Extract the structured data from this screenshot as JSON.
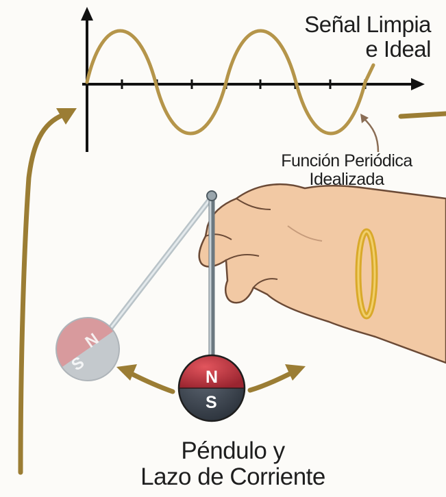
{
  "signal_title": {
    "line1": "Señal Limpia",
    "line2": "e Ideal"
  },
  "periodic_label": {
    "line1": "Función Periódica",
    "line2": "Idealizada"
  },
  "pendulum_label": {
    "line1": "Péndulo y",
    "line2": "Lazo de Corriente"
  },
  "magnet_front": {
    "north": "N",
    "south": "S"
  },
  "magnet_ghost": {
    "north": "N",
    "south": "S"
  },
  "colors": {
    "wave": "#b5954a",
    "arrow": "#9b7d34",
    "north": "#b5313a",
    "south": "#3f4752",
    "skin": "#f2c9a4",
    "bracelet": "#d9a92a"
  }
}
